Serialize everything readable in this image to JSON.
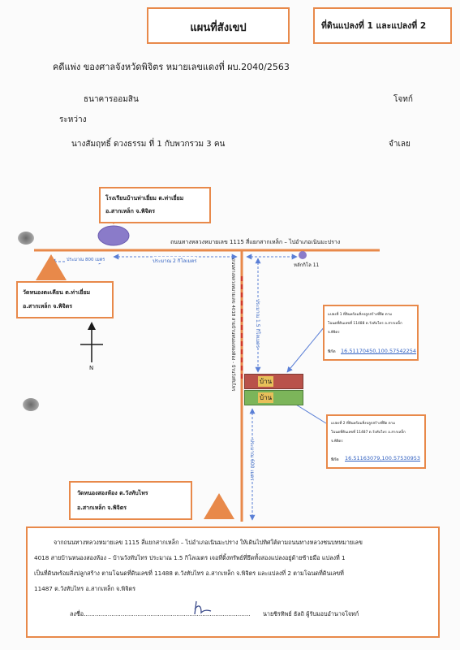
{
  "header": {
    "title": "แผนที่สังเขป",
    "parcels": "ที่ดินแปลงที่ 1 และแปลงที่ 2"
  },
  "case": {
    "line1": "คดีแพ่ง   ของศาลจังหวัดพิจิตร  หมายเลขแดงที่ ผบ.2040/2563",
    "plaintiff": "ธนาคารออมสิน",
    "plaintiff_role": "โจทก์",
    "between": "ระหว่าง",
    "defendant": "นางสัมฤทธิ์  ดวงธรรม  ที่ 1  กับพวกรวม   3  คน",
    "defendant_role": "จำเลย"
  },
  "map": {
    "school": {
      "line1": "โรงเรียนบ้านท่าเยี่ยม  ต.ท่าเยี่ยม",
      "line2": "อ.สากเหล็ก  จ.พิจิตร"
    },
    "highway": "ถนนทางหลวงหมายเลข  1115   สี่แยกสากเหล็ก – ไปอำเภอเนินมะปราง",
    "dist_small": "ประมาณ  800  เมตร",
    "dist_2km": "ประมาณ   2  กิโลเมตร",
    "km_marker": "หลักกิโล   11",
    "temple1": {
      "line1": "วัดหนองตะเคียน ต.ท่าเยี่ยม",
      "line2": "อ.สากเหล็ก  จ.พิจิตร"
    },
    "north": "N",
    "road4018": "ถนนทางหลวงหมายเลข 4018 สายบ้านหนองสองห้อง - บ้านวังทับไทร",
    "dist_15": "ประมาณ  1.5  กิโลเมตร",
    "dist_600": "ประมาณ  600  เมตร",
    "house1": "บ้าน",
    "house2": "บ้าน",
    "parcel1": {
      "line1": "แปลงที่  1   ที่ดินพร้อมสิ่งปลูกสร้างที่ยึด  ตาม",
      "line2": "โฉนดที่ดินเลขที่  11488  ต.วังทับไทร   อ.สากเหล็ก",
      "line3": "จ.พิจิตร",
      "coord_label": "พิกัด",
      "coord": "16.51170450,100.57542254"
    },
    "parcel2": {
      "line1": "แปลงที่  2   ที่ดินพร้อมสิ่งปลูกสร้างที่ยึด  ตาม",
      "line2": "โฉนดที่ดินเลขที่  11487  ต.วังทับไทร   อ.สากเหล็ก",
      "line3": "จ.พิจิตร",
      "coord_label": "พิกัด",
      "coord": "16.51163079,100.57530953"
    },
    "temple2": {
      "line1": "วัดหนองสองห้อง   ต.วังทับไทร",
      "line2": "อ.สากเหล็ก  จ.พิจิตร"
    }
  },
  "description": {
    "line1": "จากถนนทางหลวงหมายเลข  1115   สี่แยกสากเหล็ก – ไปอำเภอเนินมะปราง  ให้เดินไปทิศใต้ตามถนนทางหลวงชนบทหมายเลข",
    "line2": "4018  สายบ้านหนองสองห้อง – บ้านวังทับไทร  ประมาณ  1.5   กิโลเมตร  เจอที่ดิ้งทรัพย์ที่ยึดทั้งสองแปลงอยู่ด้ายซ้ายมือ แปลงที่ 1",
    "line3": "เป็นที่ดินพร้อมสิ่งปลูกสร้าง  ตามโฉนดที่ดินเลขที่  11488  ต.วังทับไทร   อ.สากเหล็ก  จ.พิจิตร  และแปลงที่  2 ตามโฉนดที่ดินเลขที่",
    "line4": "11487  ต.วังทับไทร   อ.สากเหล็ก  จ.พิจิตร",
    "sign_prefix": "ลงชื่อ..........................................................................................",
    "signer": "นายชิรทิพย์  ธัลถิ  ผู้รับมอบอำนาจโจทก์"
  },
  "colors": {
    "box_border": "#e8894a",
    "road": "#e8894a",
    "arrow": "#5a7fd6",
    "house1": "#b9524a",
    "house2": "#7cb55a",
    "school": "#8a7bc9"
  }
}
